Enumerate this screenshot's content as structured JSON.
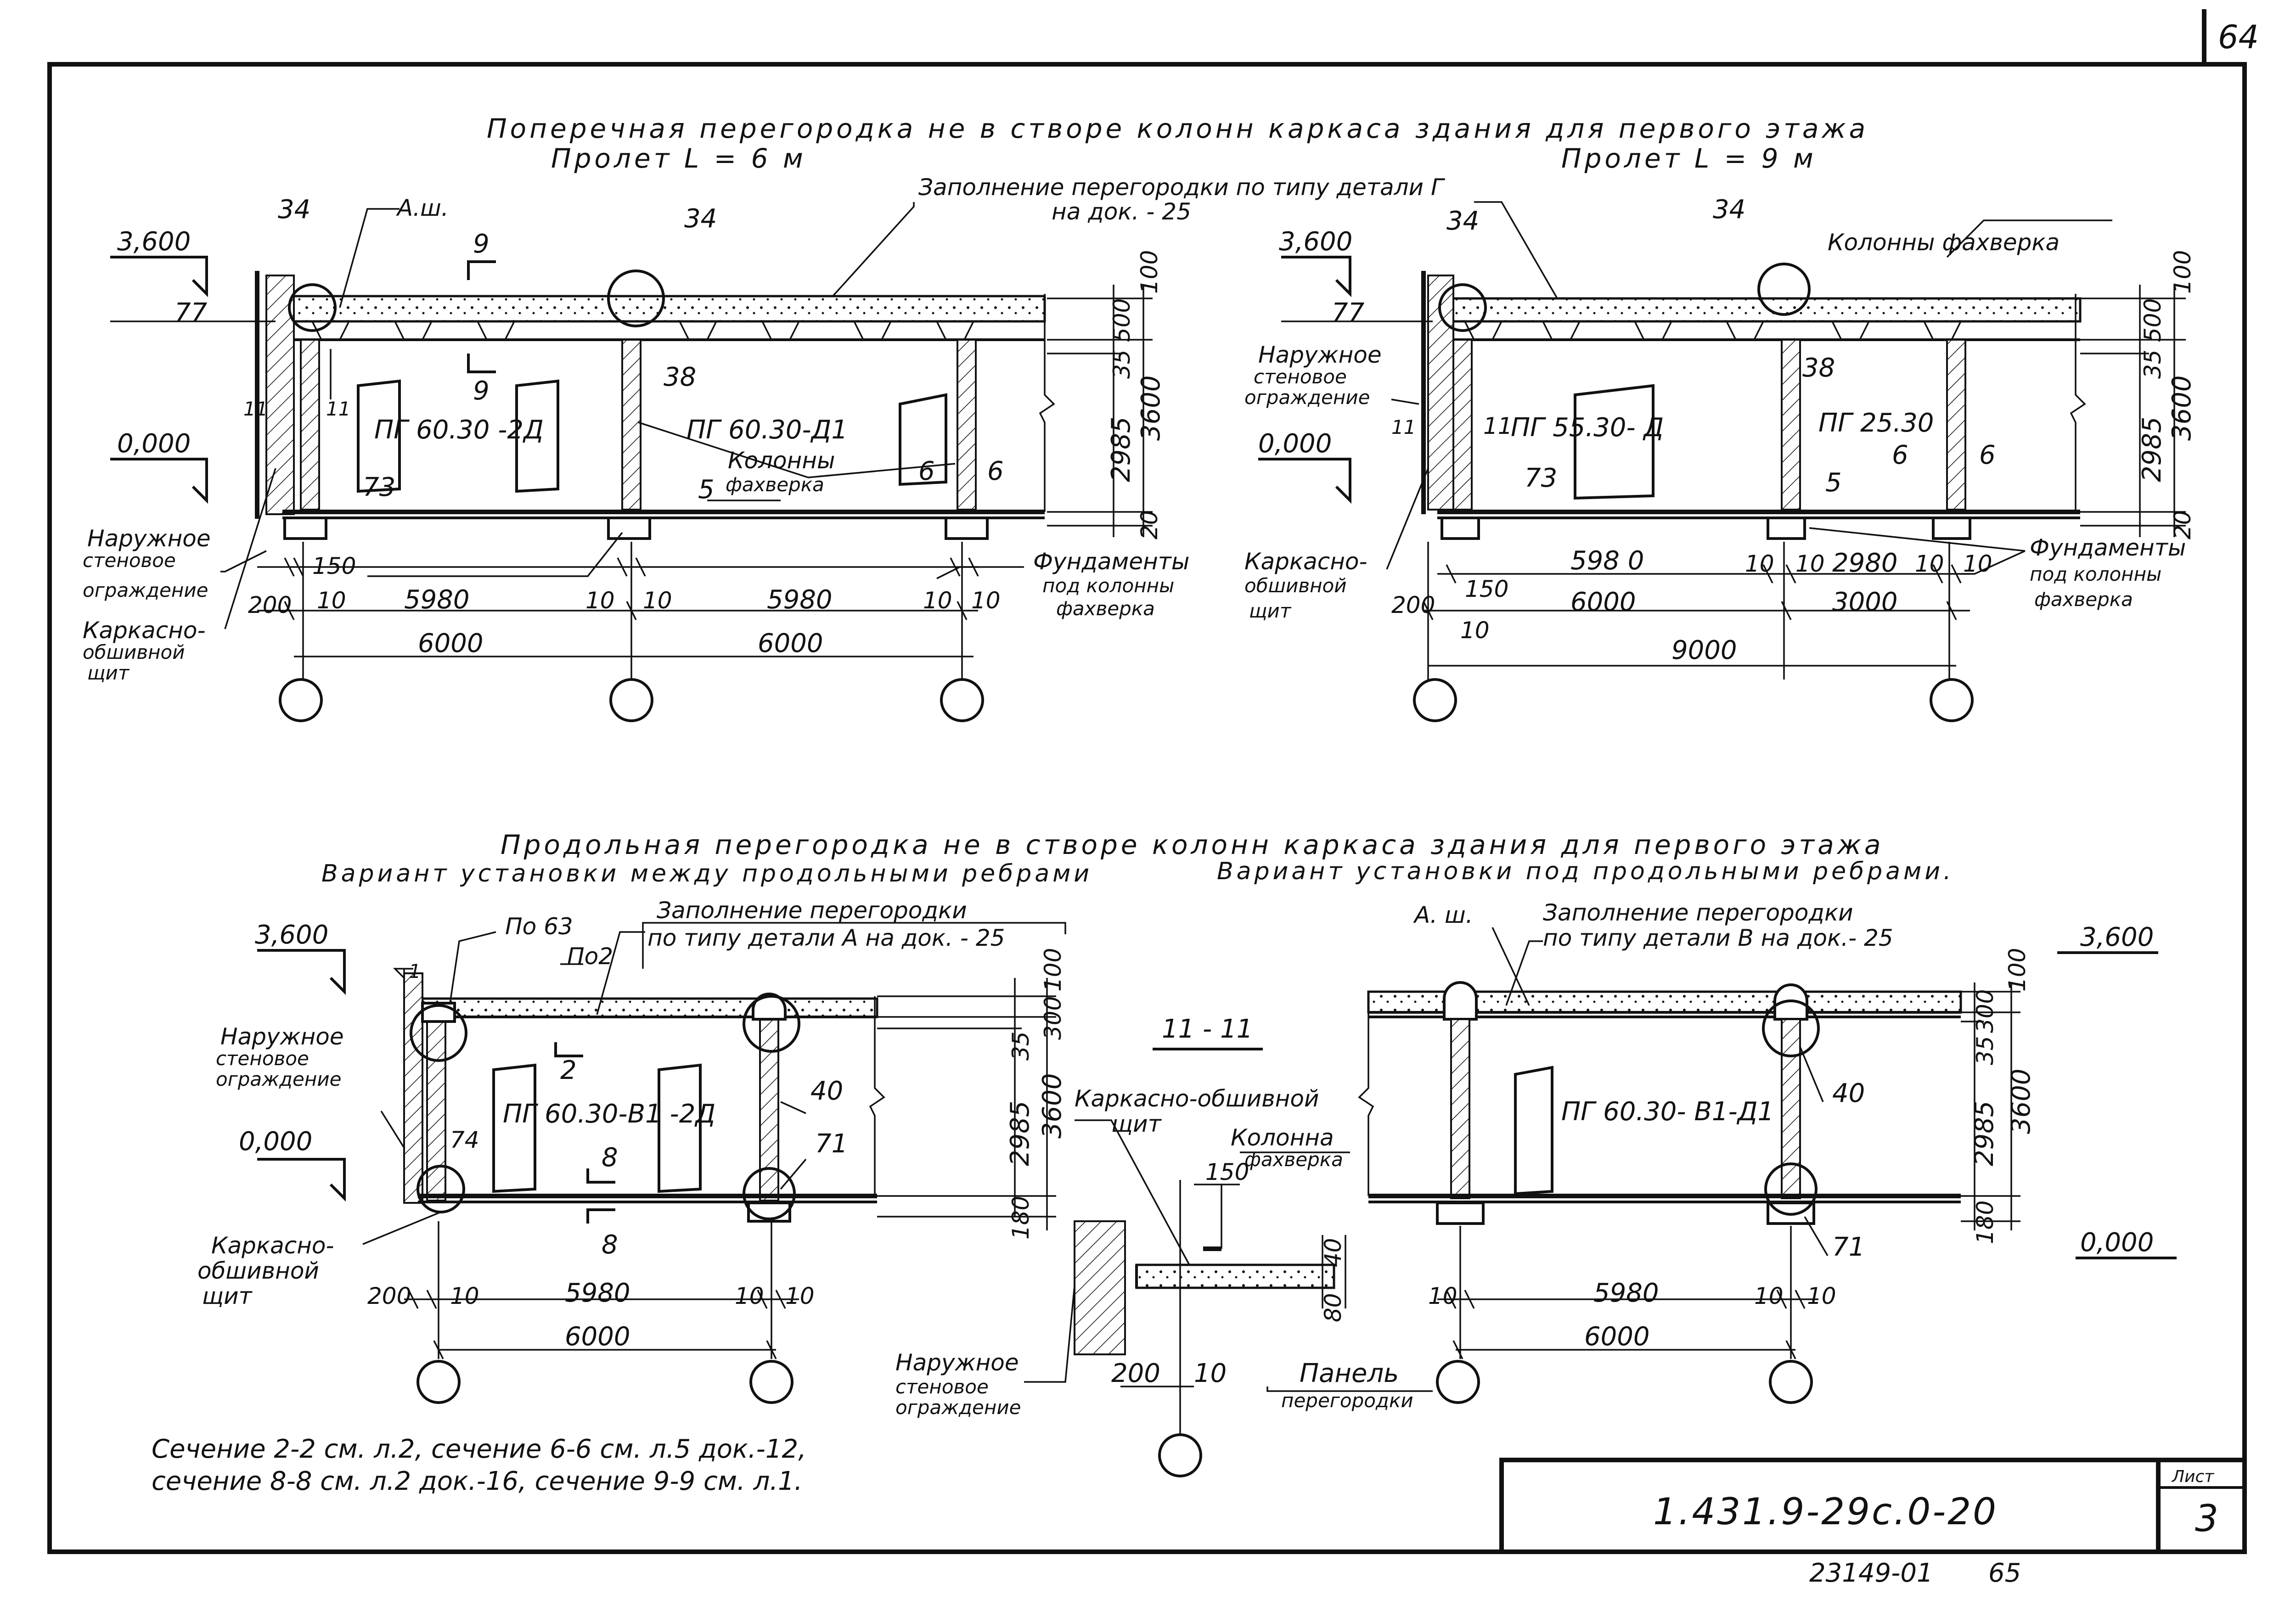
{
  "page_number": "64",
  "bottom_note_numbers": {
    "code": "23149-01",
    "page": "65"
  },
  "title_block": {
    "designation": "1.431.9-29с.0-20",
    "sheet_label": "Лист",
    "sheet_number": "3"
  },
  "footnote": {
    "line1": "Сечение 2-2 см. л.2, сечение 6-6 см. л.5 док.-12,",
    "line2": "сечение 8-8 см. л.2 док.-16, сечение 9-9 см. л.1."
  },
  "top": {
    "title": "Поперечная перегородка не в створе колонн каркаса здания для первого этажа",
    "span6_label": "Пролет  L = 6 м",
    "span9_label": "Пролет  L = 9 м",
    "fill_note_line1": "Заполнение перегородки по типу детали Г",
    "fill_note_line2": "на док. - 25",
    "left": {
      "elev_top": "3,600",
      "elev_zero": "0,000",
      "callout_34a": "34",
      "callout_34b": "34",
      "ash": "А.ш.",
      "sec9_top": "9",
      "sec9_bottom": "9",
      "mark_77": "77",
      "mark_38": "38",
      "mark_11a": "11",
      "mark_11b": "11",
      "mark_73": "73",
      "mark_5": "5",
      "mark_6a": "6",
      "mark_6b": "6",
      "panel1": "ПГ 60.30 -2Д",
      "panel2": "ПГ 60.30-Д1",
      "columns_label_1": "Колонны",
      "columns_label_2": "фахверка",
      "wall_label_1": "Наружное",
      "wall_label_2": "стеновое",
      "wall_label_3": "ограждение",
      "shield_label_1": "Каркасно-",
      "shield_label_2": "обшивной",
      "shield_label_3": "щит",
      "found_label_1": "Фундаменты",
      "found_label_2": "под колонны",
      "found_label_3": "фахверка",
      "dims": {
        "d150": "150",
        "d200": "200",
        "d10a": "10",
        "d5980a": "5980",
        "d10b": "10",
        "d10c": "10",
        "d5980b": "5980",
        "d10d": "10",
        "d10e": "10",
        "d6000a": "6000",
        "d6000b": "6000",
        "v100": "100",
        "v500": "500",
        "v35": "35",
        "v3600": "3600",
        "v2985": "2985",
        "v20": "20"
      }
    },
    "right": {
      "elev_top": "3,600",
      "elev_zero": "0,000",
      "callout_34a": "34",
      "callout_34b": "34",
      "mark_77": "77",
      "mark_38": "38",
      "mark_11a": "11",
      "mark_11b": "11",
      "mark_73": "73",
      "mark_5": "5",
      "mark_6a": "6",
      "mark_6b": "6",
      "panel1": "ПГ 55.30-    Д",
      "panel2": "ПГ 25.30",
      "columns_label": "Колонны фахверка",
      "wall_label_1": "Наружное",
      "wall_label_2": "стеновое",
      "wall_label_3": "ограждение",
      "shield_label_1": "Каркасно-",
      "shield_label_2": "обшивной",
      "shield_label_3": "щит",
      "found_label_1": "Фундаменты",
      "found_label_2": "под колонны",
      "found_label_3": "фахверка",
      "dims": {
        "d5980": "598 0",
        "d10a": "10",
        "d10b": "10",
        "d2980": "2980",
        "d10c": "10",
        "d10d": "10",
        "d150": "150",
        "d200": "200",
        "d6000": "6000",
        "d3000": "3000",
        "d10e": "10",
        "d9000": "9000",
        "v100": "100",
        "v500": "500",
        "v35": "35",
        "v3600": "3600",
        "v2985": "2985",
        "v20": "20"
      }
    }
  },
  "bottom": {
    "title": "Продольная перегородка не в створе колонн каркаса здания для первого этажа",
    "variant_left": "Вариант установки между продольными ребрами",
    "variant_right": "Вариант установки под продольными ребрами.",
    "left": {
      "elev_top": "3,600",
      "elev_zero": "0,000",
      "ref_po63": "По 63",
      "ref_po2": "По2",
      "fill_note_line1": "Заполнение перегородки",
      "fill_note_line2": "по типу детали А на док. - 25",
      "mark_1": "1",
      "sec2": "2",
      "sec8_top": "8",
      "sec8_bottom": "8",
      "mark_40": "40",
      "mark_71": "71",
      "mark_74": "74",
      "panel": "ПГ 60.30-В1 -2Д",
      "wall_label_1": "Наружное",
      "wall_label_2": "стеновое",
      "wall_label_3": "ограждение",
      "shield_label_1": "Каркасно-",
      "shield_label_2": "обшивной",
      "shield_label_3": "щит",
      "dims": {
        "d200": "200",
        "d10a": "10",
        "d5980": "5980",
        "d10b": "10",
        "d10c": "10",
        "d6000": "6000",
        "v100": "100",
        "v300": "300",
        "v35": "35",
        "v3600": "3600",
        "v2985": "2985",
        "v180": "180"
      }
    },
    "section": {
      "title": "11 - 11",
      "shield_label": "Каркасно-обшивной",
      "shield_label_2": "щит",
      "column_label_1": "Колонна",
      "column_label_2": "фахверка",
      "wall_label_1": "Наружное",
      "wall_label_2": "стеновое",
      "wall_label_3": "ограждение",
      "panel_label_1": "Панель",
      "panel_label_2": "перегородки",
      "d150": "150",
      "d200": "200",
      "d10": "10",
      "v40": "40",
      "v80": "80"
    },
    "right": {
      "elev_top": "3,600",
      "elev_zero": "0,000",
      "ash": "А. ш.",
      "fill_note_line1": "Заполнение перегородки",
      "fill_note_line2": "по типу детали В на док.- 25",
      "mark_40": "40",
      "mark_71": "71",
      "panel": "ПГ 60.30- В1-Д1",
      "dims": {
        "d10a": "10",
        "d5980": "5980",
        "d10b": "10",
        "d10c": "10",
        "d6000": "6000",
        "v100": "100",
        "v300": "300",
        "v35": "35",
        "v3600": "3600",
        "v2985": "2985",
        "v180": "180"
      }
    }
  }
}
